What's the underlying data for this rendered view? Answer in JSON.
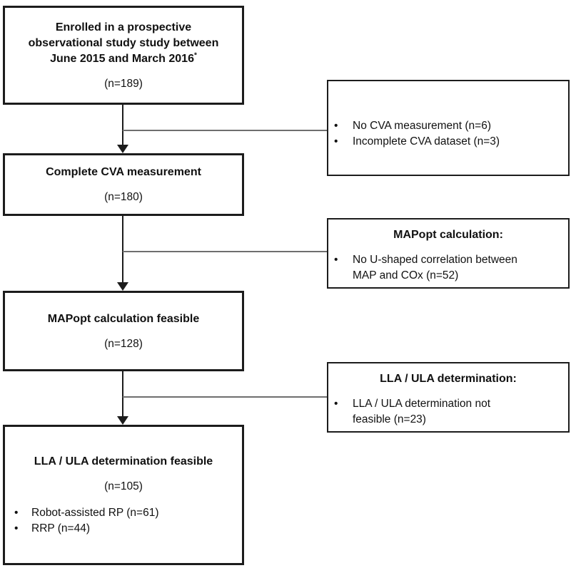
{
  "colors": {
    "background": "#ffffff",
    "box_border": "#1c1c1c",
    "text": "#111111",
    "connector_vertical": "#1c1c1c",
    "connector_horizontal": "#6e6e6e"
  },
  "boxes": {
    "enrolled": {
      "line1": "Enrolled in a prospective",
      "line2": "observational study study between",
      "line3": "June 2015 and March 2016",
      "footnote_mark": "*",
      "count": "(n=189)"
    },
    "excl_cva": {
      "bullet1": "No CVA measurement (n=6)",
      "bullet2": "Incomplete CVA dataset (n=3)"
    },
    "complete_cva": {
      "title": "Complete CVA measurement",
      "count": "(n=180)"
    },
    "excl_mapopt": {
      "header": "MAPopt calculation:",
      "bullet1_line1": "No U-shaped correlation between",
      "bullet1_line2": "MAP and COx (n=52)"
    },
    "mapopt_feasible": {
      "title": "MAPopt calculation feasible",
      "count": "(n=128)"
    },
    "excl_lla": {
      "header": "LLA / ULA determination:",
      "bullet1_line1": "LLA / ULA determination not",
      "bullet1_line2": "feasible (n=23)"
    },
    "lla_feasible": {
      "title": "LLA / ULA determination feasible",
      "count": "(n=105)",
      "bullet1": "Robot-assisted RP (n=61)",
      "bullet2": "RRP (n=44)"
    }
  },
  "icons": {
    "down_arrowhead": "▼"
  }
}
